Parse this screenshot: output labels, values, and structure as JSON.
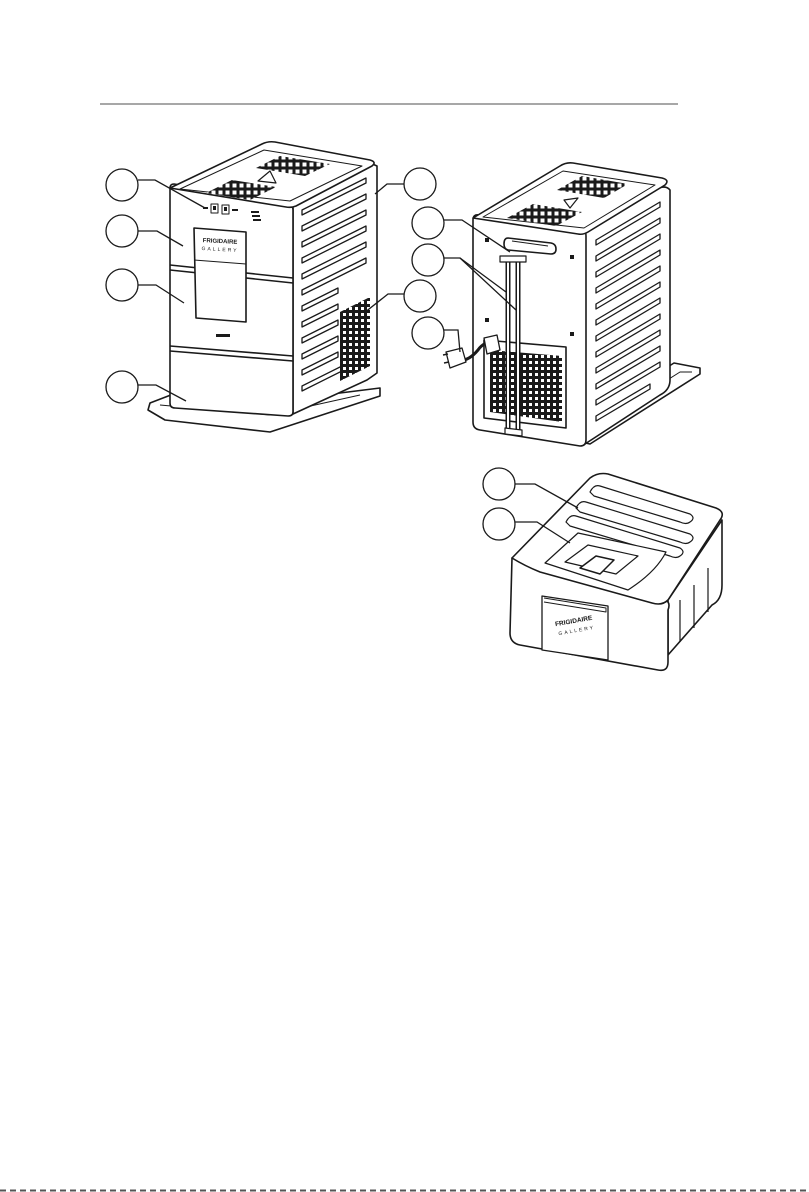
{
  "colors": {
    "stroke": "#1a1a1a",
    "rule": "#8a8a8a",
    "fill": "#ffffff",
    "grille": "#1a1a1a"
  },
  "front_unit": {
    "brand_line1": "FRIGIDAIRE",
    "brand_line2": "GALLERY"
  },
  "basket": {
    "brand_line1": "FRIGIDAIRE",
    "brand_line2": "GALLERY"
  },
  "callouts": [
    {
      "id": "front-top-control-panel",
      "label": ""
    },
    {
      "id": "front-upper-door",
      "label": ""
    },
    {
      "id": "front-lower-door",
      "label": ""
    },
    {
      "id": "front-drip-tray",
      "label": ""
    },
    {
      "id": "front-side-panel",
      "label": ""
    },
    {
      "id": "front-side-vent",
      "label": ""
    },
    {
      "id": "rear-handle",
      "label": ""
    },
    {
      "id": "rear-drain-hoses",
      "label": ""
    },
    {
      "id": "rear-power-plug",
      "label": ""
    },
    {
      "id": "basket-top",
      "label": ""
    },
    {
      "id": "basket-ice-chute",
      "label": ""
    }
  ]
}
